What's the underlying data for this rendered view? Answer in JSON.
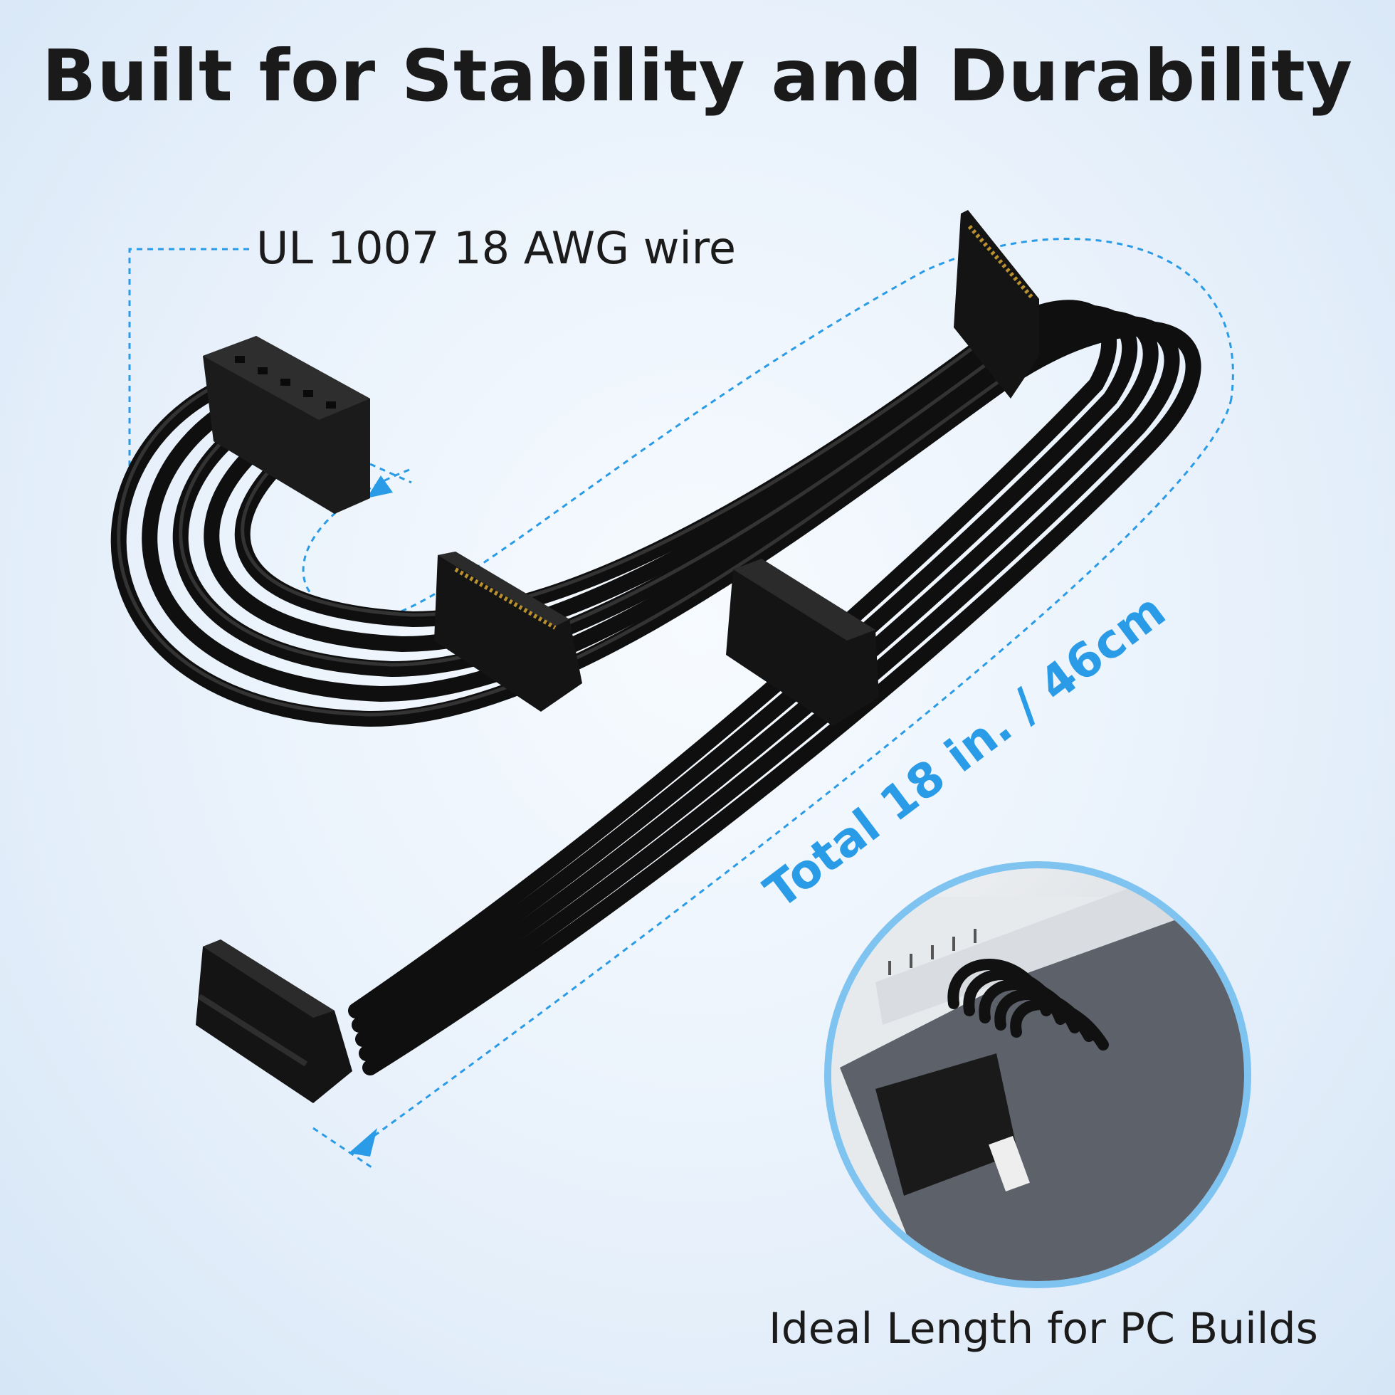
{
  "title": "Built for Stability and Durability",
  "callouts": {
    "wire_spec": "UL 1007 18 AWG wire",
    "total_length": "Total 18 in. / 46cm",
    "inset_caption": "Ideal Length for PC Builds"
  },
  "colors": {
    "accent": "#2a9be6",
    "cable": "#111111",
    "text": "#1b1b1b"
  },
  "icons": {
    "cable": "sata-power-cable",
    "inset": "pc-build-inset"
  }
}
